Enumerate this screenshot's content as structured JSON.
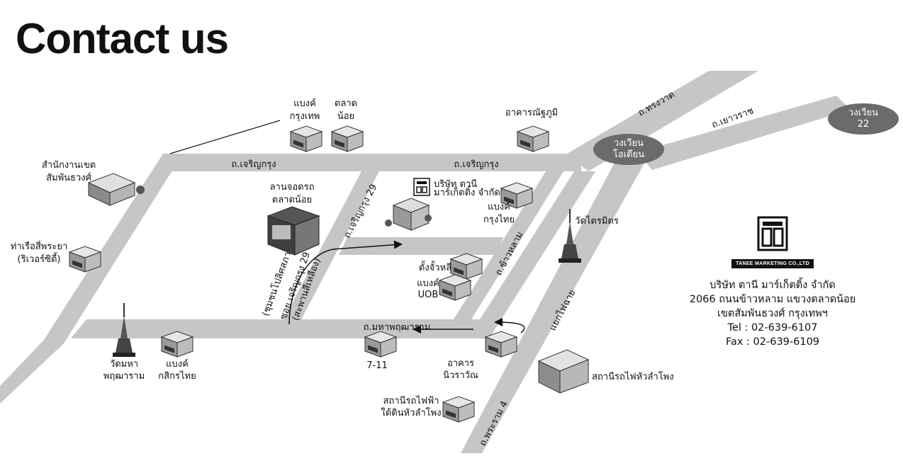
{
  "page": {
    "title": "Contact us"
  },
  "roads": {
    "charoenkrung_left": "ถ.เจริญกรุง",
    "charoenkrung_right": "ถ.เจริญกรุง",
    "charoenkrung_29": "ถ.เจริญกรุง 29",
    "songwat": "ถ.ทรงวาด",
    "yaowarat": "ถ.เยาวราช",
    "maha_pruettharam": "ถ.มหาพฤฒาราม",
    "khao_lam": "ถ.ข้าวหลาม",
    "rama4": "ถ.พระราม 4",
    "soi_line1": "ซอย เจริญกรุง 29",
    "soi_line2": "(สะพานสีเหลือง)",
    "soi_line3": "(ชุมชนโปลิศสภา)",
    "yaek_fai_chai": "แยกไฟฉาย"
  },
  "circles": {
    "odeon_line1": "วงเวียน",
    "odeon_line2": "โอเดียน",
    "c22_line1": "วงเวียน",
    "c22_line2": "22"
  },
  "places": {
    "bangkok_bank": [
      "แบงค์",
      "กรุงเทพ"
    ],
    "talat_noi": [
      "ตลาด",
      "น้อย"
    ],
    "nasuphum": "อาคารณัฐภูมิ",
    "district_office": [
      "สำนักงานเขต",
      "สัมพันธวงศ์"
    ],
    "pier": [
      "ท่าเรือสี่พระยา",
      "(ริเวอร์ซิตี้)"
    ],
    "parking": [
      "ลานจอดรถ",
      "ตลาดน้อย"
    ],
    "company_tag": [
      "บริษัท ตานี",
      "มาร์เก็ตติ้ง จำกัด"
    ],
    "krungthai": [
      "แบงค์",
      "กรุงไทย"
    ],
    "wat_traimit": "วัดไตรมิตร",
    "tang_jua_li": "ตั้งจั้วหลี",
    "uob": [
      "แบงค์",
      "UOB"
    ],
    "wat_maha": [
      "วัดมหา",
      "พฤฒาราม"
    ],
    "kasikorn": [
      "แบงค์",
      "กสิกรไทย"
    ],
    "seven_eleven": "7-11",
    "niwarawan": [
      "อาคาร",
      "นิวราวัณ"
    ],
    "hualamphong_station": "สถานีรถไฟหัวลำโพง",
    "mrt_station": [
      "สถานีรถไฟฟ้า",
      "ใต้ดินหัวลำโพง"
    ]
  },
  "company": {
    "logo_band": "TANEE MARKETING CO.,LTD",
    "name": "บริษัท ตานี มาร์เก็ตติ้ง จำกัด",
    "address1": "2066 ถนนข้าวหลาม แขวงตลาดน้อย",
    "address2": "เขตสัมพันธวงศ์ กรุงเทพฯ",
    "tel": "Tel : 02-639-6107",
    "fax": "Fax : 02-639-6109"
  },
  "colors": {
    "road": "#c6c6c6",
    "circle": "#6b6b6b",
    "text": "#111111",
    "background": "#ffffff"
  }
}
